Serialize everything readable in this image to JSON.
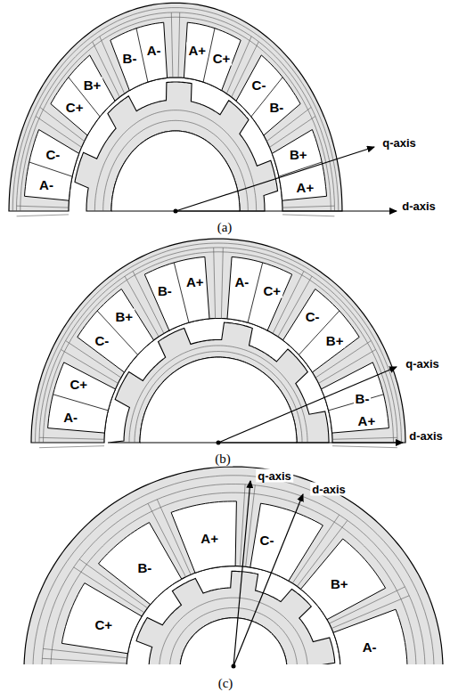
{
  "diagram": {
    "labels": [
      "B-",
      "A-",
      "A+",
      "C+",
      "B+",
      "C+",
      "C-",
      "B-",
      "q-axis",
      "C-",
      "A-",
      "B+",
      "A+",
      "d-axis",
      "(a)",
      "B-",
      "A+",
      "A-",
      "C+",
      "B+",
      "C-",
      "C-",
      "B+",
      "q-axis",
      "C+",
      "A-",
      "B-",
      "A+",
      "d-axis",
      "(b)",
      "q-axis",
      "d-axis",
      "A+",
      "C-",
      "B-",
      "B+",
      "C+",
      "A-",
      "(c)"
    ]
  }
}
